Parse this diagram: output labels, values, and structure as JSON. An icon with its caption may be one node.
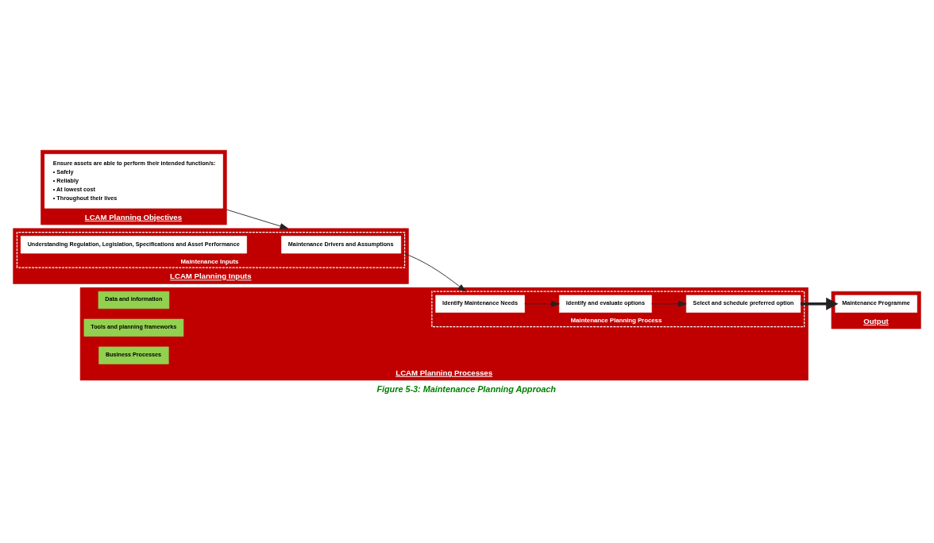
{
  "diagram": {
    "caption": "Figure 5-3: Maintenance Planning Approach",
    "nodes": [
      {
        "text": [
          "LCAM Planning Objectives"
        ]
      },
      {
        "text": [
          "Ensure assets are able to perform their intended function/s:",
          "• Safely",
          "• Reliably",
          "• At lowest cost",
          "• Throughout their lives"
        ],
        "in": 0
      },
      {
        "text": [
          "LCAM Planning Inputs"
        ]
      },
      {
        "text": [
          "Maintenance Inputs"
        ],
        "in": 2
      },
      {
        "text": [
          "Maintenance Drivers and Assumptions"
        ],
        "in": 3
      },
      {
        "text": [
          "Understanding Regulation, Legislation, Specifications and Asset Performance"
        ],
        "in": 3
      },
      {
        "text": [
          "LCAM Planning Processes"
        ]
      },
      {
        "text": [
          "Data and information"
        ],
        "in": 6
      },
      {
        "text": [
          "Tools and planning frameworks"
        ],
        "in": 6
      },
      {
        "text": [
          "Business Processes"
        ],
        "in": 6
      },
      {
        "text": [
          "Maintenance Planning Process"
        ],
        "in": 6
      },
      {
        "text": [
          "Identify Maintenance Needs"
        ],
        "in": 10
      },
      {
        "text": [
          "Identify and evaluate options"
        ],
        "in": 10
      },
      {
        "text": [
          "Select and schedule preferred option"
        ],
        "in": 10
      },
      {
        "text": [
          "Output"
        ]
      },
      {
        "text": [
          "Maintenance Programme"
        ],
        "in": 14
      }
    ],
    "edges": [
      {
        "from": 0,
        "to": 2,
        "arrow": "to"
      },
      {
        "from": 3,
        "to": 10,
        "arrow": "to"
      },
      {
        "from": 11,
        "to": 12,
        "arrow": "to"
      },
      {
        "from": 12,
        "to": 13,
        "arrow": "to"
      },
      {
        "from": 13,
        "to": 15,
        "arrow": "to",
        "style": "thick"
      }
    ]
  }
}
